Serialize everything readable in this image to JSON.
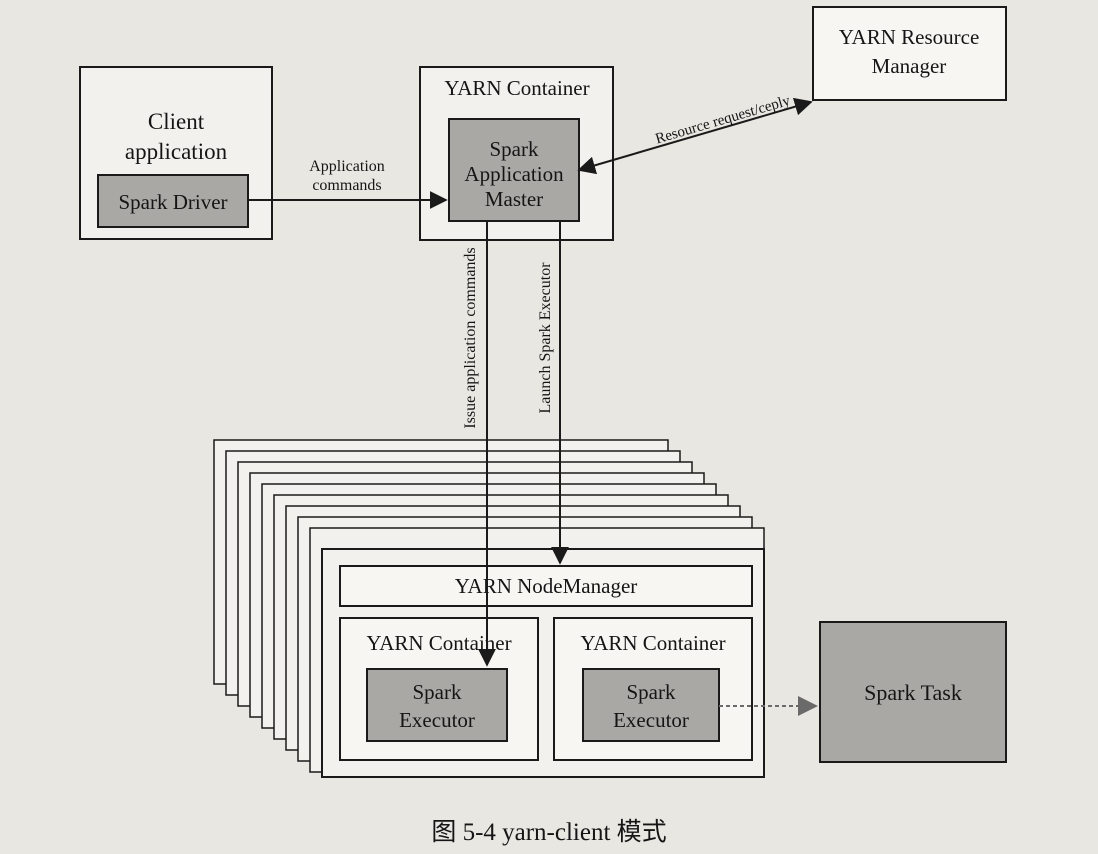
{
  "client": {
    "title_line1": "Client",
    "title_line2": "application",
    "driver": "Spark Driver"
  },
  "app_container": {
    "title": "YARN Container",
    "master_line1": "Spark",
    "master_line2": "Application",
    "master_line3": "Master"
  },
  "resource_manager": {
    "line1": "YARN Resource",
    "line2": "Manager"
  },
  "arrows": {
    "app_commands_line1": "Application",
    "app_commands_line2": "commands",
    "resource_request": "Resource request/ceply",
    "issue_commands": "Issue application commands",
    "launch_executor": "Launch Spark Executor"
  },
  "node": {
    "manager": "YARN NodeManager",
    "container_left": "YARN Container",
    "container_right": "YARN Container",
    "executor_left_line1": "Spark",
    "executor_left_line2": "Executor",
    "executor_right_line1": "Spark",
    "executor_right_line2": "Executor"
  },
  "task": "Spark Task",
  "caption": "图 5-4   yarn-client 模式",
  "colors": {
    "background": "#e9e7e2",
    "box_fill": "#f2f1ed",
    "shaded_fill": "#a9a8a5",
    "line": "#1a1a1a"
  }
}
